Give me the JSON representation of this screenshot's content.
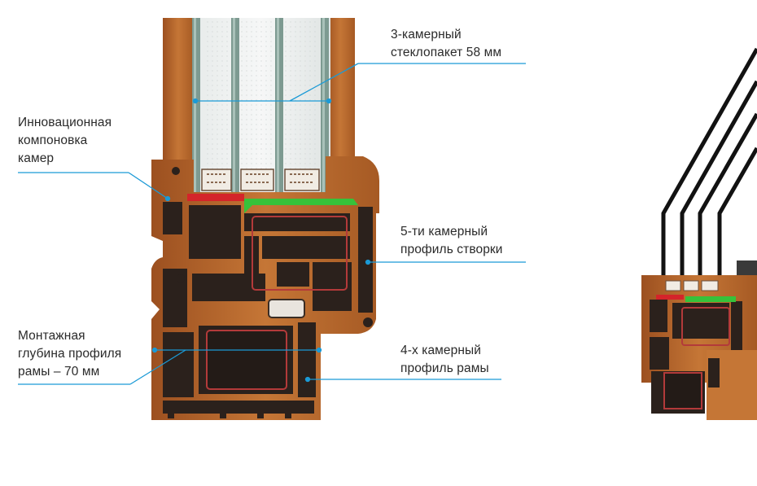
{
  "labels": {
    "glazing": {
      "line1": "3-камерный",
      "line2": "стеклопакет 58 мм"
    },
    "chambers": {
      "line1": "Инновационная",
      "line2": "компоновка",
      "line3": "камер"
    },
    "sash": {
      "line1": "5-ти камерный",
      "line2": "профиль створки"
    },
    "mounting": {
      "line1": "Монтажная",
      "line2": "глубина профиля",
      "line3": "рамы – 70 мм"
    },
    "frame": {
      "line1": "4-х камерный",
      "line2": "профиль рамы"
    }
  },
  "colors": {
    "callout": "#1b9ad6",
    "wood": "#b7662a",
    "profile": "#2b211c",
    "glass": "#8aa39b",
    "red_seal": "#d4242a",
    "green_seal": "#36c23a"
  }
}
